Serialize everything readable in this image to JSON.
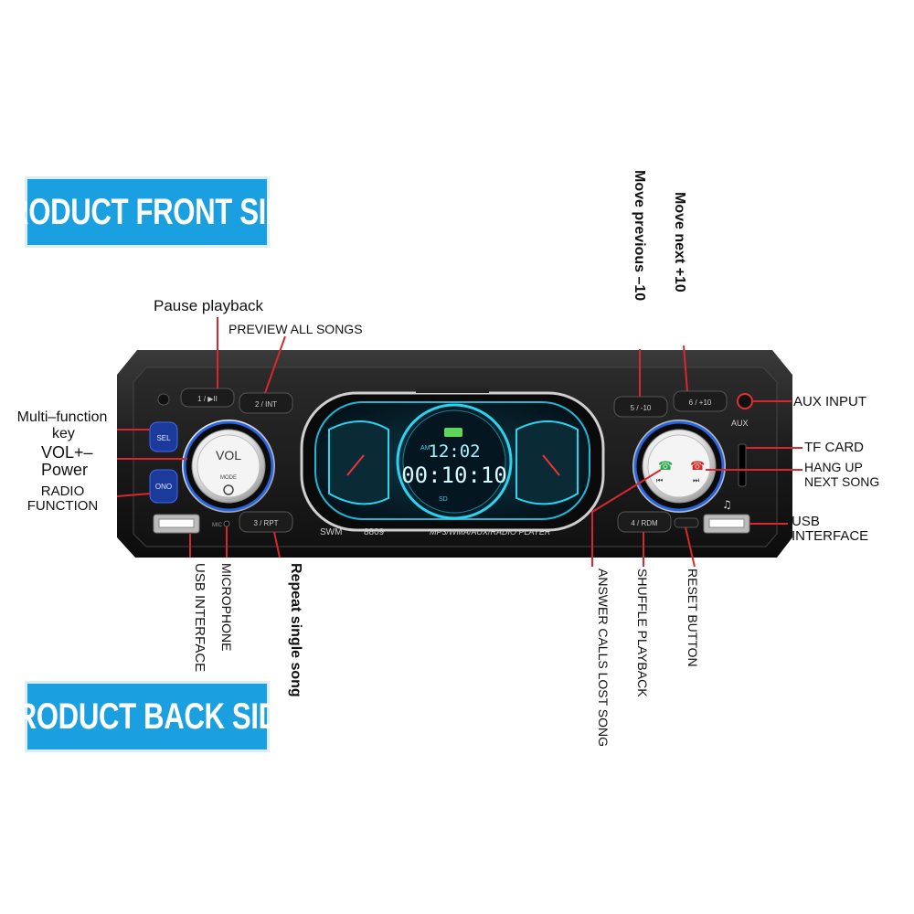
{
  "banners": {
    "front": "PRODUCT FRONT SIDE",
    "back": "PRODUCT BACK SIDE"
  },
  "device": {
    "buttons": {
      "b1": "1 / ▶II",
      "b2": "2 / INT",
      "b3": "3 / RPT",
      "b4": "4 / RDM",
      "b5": "5 / -10",
      "b6": "6 / +10",
      "sel": "SEL",
      "mode_btn": "ONO"
    },
    "knob_left": {
      "vol": "VOL",
      "mode": "MODE"
    },
    "aux_port": "AUX",
    "mic": "MIC",
    "model_left": "SWM",
    "model_num": "8809",
    "subtitle": "MP3/WMA/AUX/RADIO PLAYER",
    "display": {
      "time": "12:02",
      "main": "00:10:10",
      "band": "AM",
      "sd": "SD"
    }
  },
  "labels": {
    "pause": "Pause playback",
    "preview": "PREVIEW ALL SONGS",
    "multi1": "Multi–function",
    "multi2": "key",
    "vol1": "VOL+–",
    "vol2": "Power",
    "radio1": "RADIO",
    "radio2": "FUNCTION",
    "usb_left": "USB INTERFACE",
    "mic": "MICROPHONE",
    "repeat": "Repeat single song",
    "move_prev": "Move previous –10",
    "move_next": "Move next +10",
    "aux_input": "AUX INPUT",
    "tf_card": "TF CARD",
    "hang_up": "HANG UP",
    "next_song": "NEXT SONG",
    "usb_right1": "USB",
    "usb_right2": "INTERFACE",
    "answer": "ANSWER CALLS LOST SONG",
    "shuffle": "SHUFFLE PLAYBACK",
    "reset": "RESET BUTTON"
  },
  "colors": {
    "banner": "#1a9fe0",
    "leader": "#d7282f",
    "display": "#2ad4f0",
    "knob_ring": "#2a6ef5"
  }
}
